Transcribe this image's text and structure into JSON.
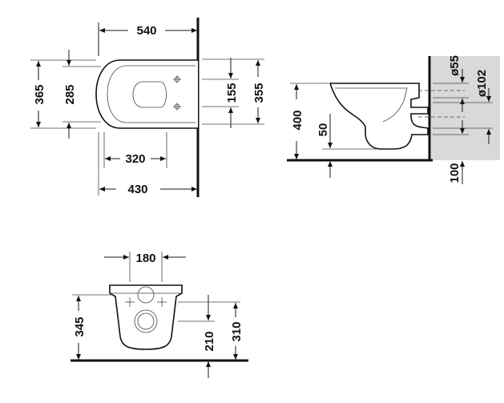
{
  "diagram": {
    "top_view": {
      "overall_length": "540",
      "width_outer": "365",
      "width_inner": "285",
      "fixing_spacing": "155",
      "bracket_height": "355",
      "seat_length": "320",
      "bowl_length": "430"
    },
    "side_view": {
      "height": "400",
      "waste_height": "50",
      "inlet_diameter": "ø55",
      "outlet_diameter": "ø102",
      "floor_offset": "100"
    },
    "front_view": {
      "fixing_width": "180",
      "overall_height": "345",
      "outlet_height": "210",
      "fixing_height": "310"
    }
  }
}
